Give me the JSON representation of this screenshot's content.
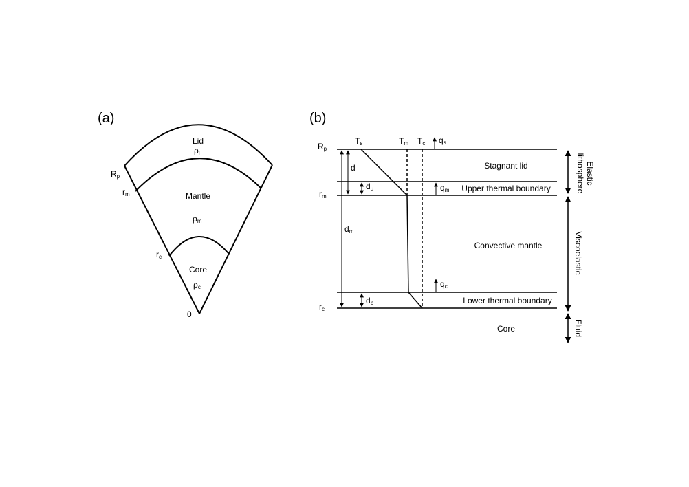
{
  "panel_a": {
    "label": "(a)",
    "lid": "Lid",
    "rho_l": "ρ",
    "rho_l_sub": "l",
    "mantle": "Mantle",
    "rho_m": "ρ",
    "rho_m_sub": "m",
    "core": "Core",
    "rho_c": "ρ",
    "rho_c_sub": "c",
    "R_p": "R",
    "R_p_sub": "p",
    "r_m": "r",
    "r_m_sub": "m",
    "r_c": "r",
    "r_c_sub": "c",
    "zero": "0"
  },
  "panel_b": {
    "label": "(b)",
    "R_p": "R",
    "R_p_sub": "p",
    "r_m": "r",
    "r_m_sub": "m",
    "r_c": "r",
    "r_c_sub": "c",
    "T_s": "T",
    "T_s_sub": "s",
    "T_m": "T",
    "T_m_sub": "m",
    "T_c": "T",
    "T_c_sub": "c",
    "q_s": "q",
    "q_s_sub": "s",
    "q_m": "q",
    "q_m_sub": "m",
    "q_c": "q",
    "q_c_sub": "c",
    "d_l": "d",
    "d_l_sub": "l",
    "d_u": "d",
    "d_u_sub": "u",
    "d_m": "d",
    "d_m_sub": "m",
    "d_b": "d",
    "d_b_sub": "b",
    "stagnant_lid": "Stagnant lid",
    "upper_boundary": "Upper thermal boundary",
    "convective_mantle": "Convective mantle",
    "lower_boundary": "Lower thermal boundary",
    "core": "Core",
    "elastic": "Elastic",
    "lithosphere": "lithosphere",
    "viscoelastic": "Viscoelastic",
    "fluid": "Fluid"
  }
}
